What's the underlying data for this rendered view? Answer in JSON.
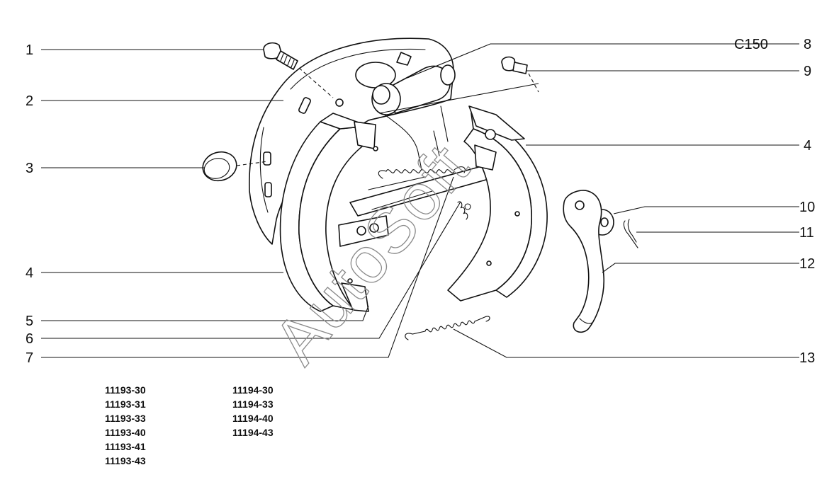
{
  "callouts": {
    "c1": "1",
    "c2": "2",
    "c3": "3",
    "c4_left": "4",
    "c5": "5",
    "c6": "6",
    "c7": "7",
    "c8": "8",
    "c9": "9",
    "c4_right": "4",
    "c10": "10",
    "c11": "11",
    "c12": "12",
    "c13": "13"
  },
  "part_code": "C150",
  "models": {
    "column_1": [
      "11193-30",
      "11193-31",
      "11193-33",
      "11193-40",
      "11193-41",
      "11193-43"
    ],
    "column_2": [
      "11194-30",
      "11194-33",
      "11194-40",
      "11194-43"
    ]
  },
  "watermark": "AutoSoft"
}
